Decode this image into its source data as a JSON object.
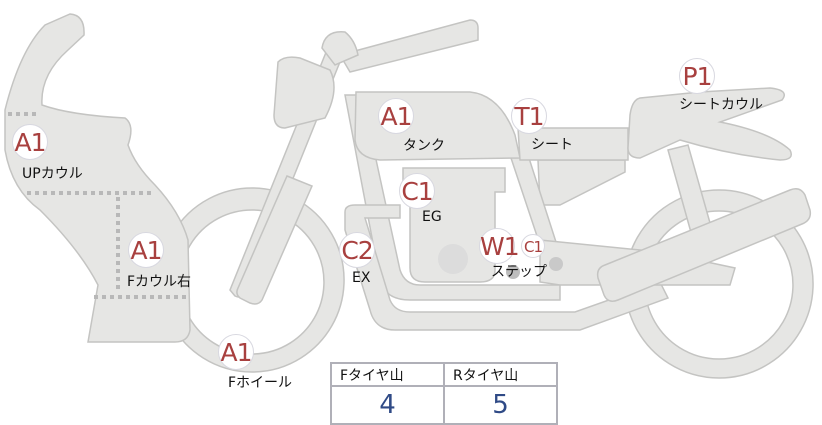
{
  "parts": [
    {
      "id": "up-cowl",
      "code": "A1",
      "label": "UPカウル"
    },
    {
      "id": "f-cowl-right",
      "code": "A1",
      "label": "Fカウル右"
    },
    {
      "id": "f-wheel",
      "code": "A1",
      "label": "Fホイール"
    },
    {
      "id": "exhaust",
      "code": "C2",
      "label": "EX"
    },
    {
      "id": "tank",
      "code": "A1",
      "label": "タンク"
    },
    {
      "id": "engine",
      "code": "C1",
      "label": "EG"
    },
    {
      "id": "seat",
      "code": "T1",
      "label": "シート"
    },
    {
      "id": "step",
      "code": "W1",
      "code2": "C1",
      "label": "ステップ"
    },
    {
      "id": "seat-cowl",
      "code": "P1",
      "label": "シートカウル"
    }
  ],
  "tire_table": {
    "headers": [
      "Fタイヤ山",
      "Rタイヤ山"
    ],
    "values": [
      "4",
      "5"
    ]
  },
  "colors": {
    "part_fill": "#e6e6e4",
    "badge_text": "#a8403f",
    "value_text": "#2f4a86"
  }
}
